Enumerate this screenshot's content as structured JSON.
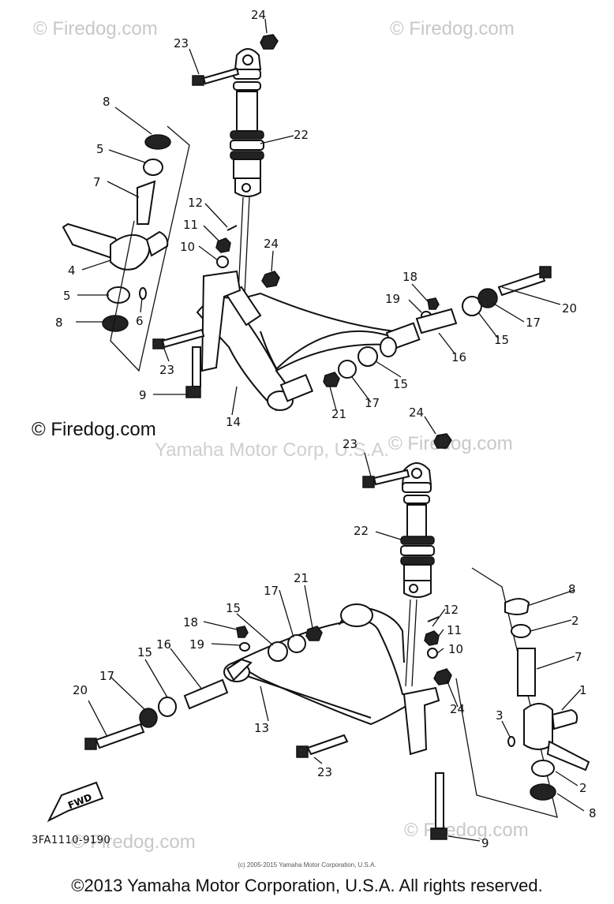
{
  "watermarks": {
    "site": "© Firedog.com",
    "brand": "Yamaha Motor Corp, U.S.A."
  },
  "fwd_arrow": "FWD",
  "diagram_code": "3FA1110-9190",
  "copyright_small": "(c) 2005-2015 Yamaha Motor Corporation, U.S.A.",
  "copyright_main": "©2013 Yamaha Motor Corporation, U.S.A. All rights reserved.",
  "callouts": {
    "top": [
      "24",
      "23",
      "8",
      "22",
      "5",
      "7",
      "12",
      "11",
      "10",
      "24",
      "4",
      "5",
      "8",
      "6",
      "23",
      "18",
      "19",
      "20",
      "17",
      "15",
      "16",
      "15",
      "17",
      "21",
      "9",
      "14"
    ],
    "bottom": [
      "24",
      "23",
      "22",
      "21",
      "17",
      "15",
      "18",
      "19",
      "16",
      "15",
      "17",
      "20",
      "13",
      "12",
      "11",
      "10",
      "24",
      "8",
      "2",
      "7",
      "1",
      "3",
      "2",
      "8",
      "23",
      "9"
    ]
  },
  "colors": {
    "line": "#111111",
    "watermark": "#c8c8c8"
  }
}
